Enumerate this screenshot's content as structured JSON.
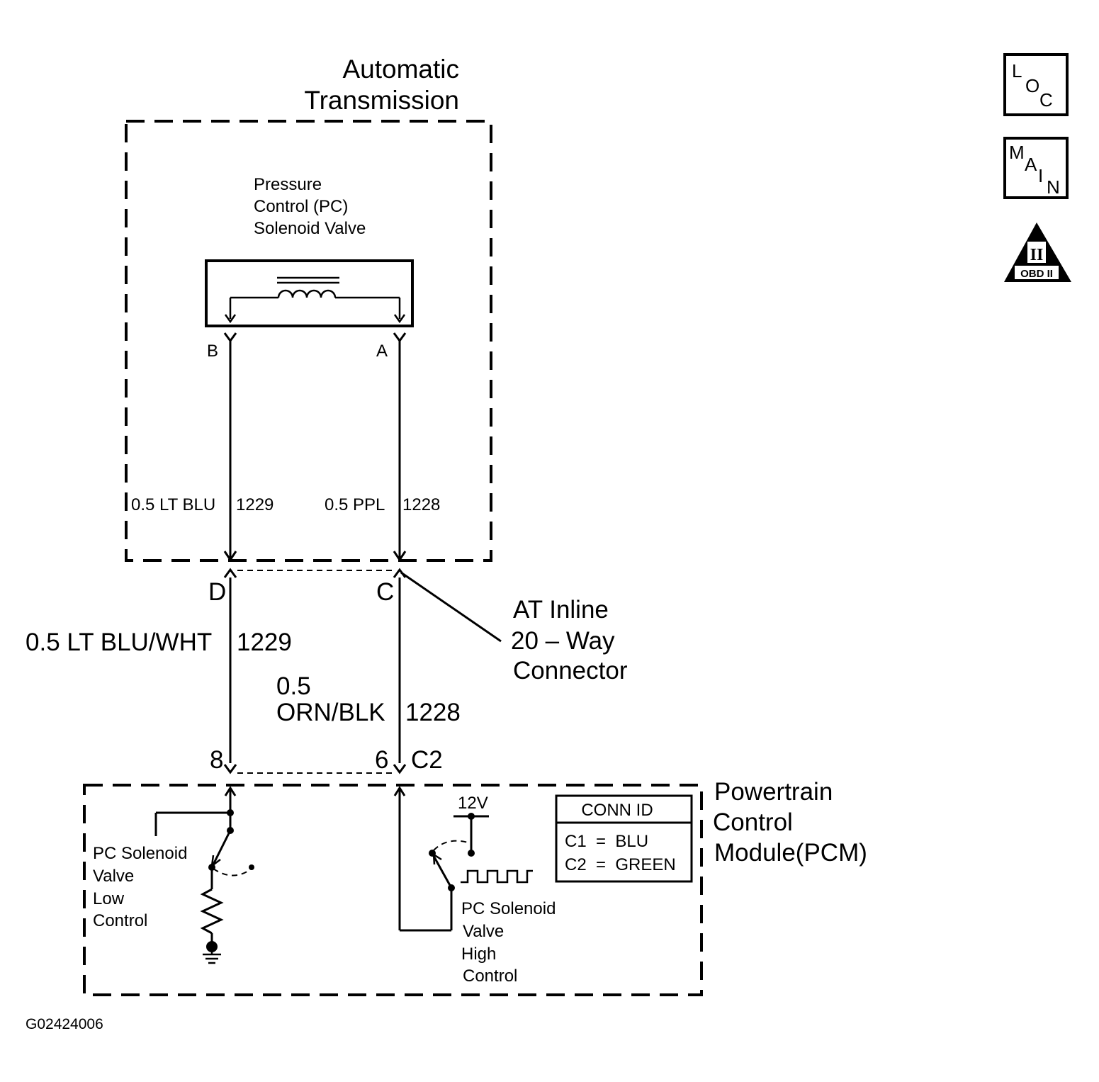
{
  "transmission": {
    "title_line1": "Automatic",
    "title_line2": "Transmission"
  },
  "solenoid": {
    "label_line1": "Pressure",
    "label_line2": "Control (PC)",
    "label_line3": "Solenoid Valve",
    "terminal_b": "B",
    "terminal_a": "A"
  },
  "wires_upper": {
    "left": {
      "color": "0.5 LT BLU",
      "circuit": "1229"
    },
    "right": {
      "color": "0.5 PPL",
      "circuit": "1228"
    }
  },
  "inline_connector": {
    "pin_left": "D",
    "pin_right": "C",
    "label_line1": "AT Inline",
    "label_line2": "20 – Way",
    "label_line3": "Connector"
  },
  "wires_lower": {
    "left": {
      "color": "0.5 LT BLU/WHT",
      "circuit": "1229"
    },
    "right": {
      "color_line1": "0.5",
      "color_line2": "ORN/BLK",
      "circuit": "1228"
    }
  },
  "pcm": {
    "pin_left": "8",
    "pin_right": "6",
    "connector": "C2",
    "title_line1": "Powertrain",
    "title_line2": "Control",
    "title_line3": "Module(PCM)",
    "low_control": [
      "PC Solenoid",
      "Valve",
      "Low",
      "Control"
    ],
    "high_control": [
      "PC Solenoid",
      "Valve",
      "High",
      "Control"
    ],
    "supply_voltage": "12V",
    "conn_id": {
      "header": "CONN ID",
      "row1": "C1  =  BLU",
      "row2": "C2  =  GREEN"
    }
  },
  "icons": {
    "loc": {
      "c1": "L",
      "c2": "O",
      "c3": "C"
    },
    "main": {
      "c1": "M",
      "c2": "A",
      "c3": "I",
      "c4": "N"
    },
    "obd": {
      "numeral": "II",
      "text": "OBD II"
    }
  },
  "figure_id": "G02424006"
}
